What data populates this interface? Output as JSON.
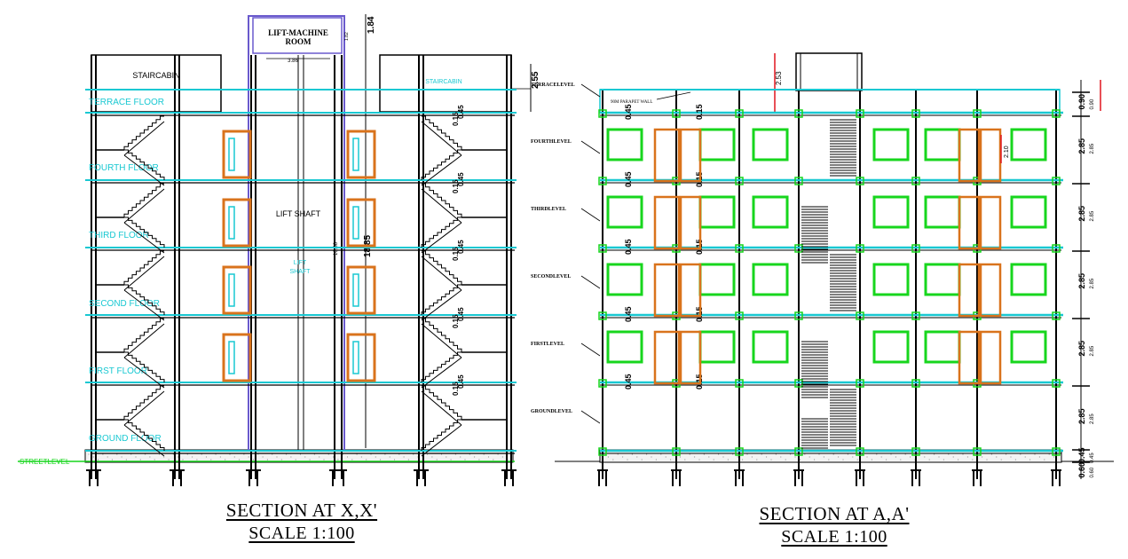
{
  "section_xx": {
    "title": "SECTION AT X,X'",
    "scale": "SCALE 1:100",
    "staircabin_left": "STAIRCABIN",
    "staircabin_right": "STAIRCABIN",
    "lift_machine_room": [
      "LIFT-MACHINE",
      "ROOM"
    ],
    "lift_shaft_label": "LIFT SHAFT",
    "lift_shaft_label_2": [
      "LIFT",
      "SHAFT"
    ],
    "street_level": "STREETLEVEL",
    "floors": [
      "TERRACE FLOOR",
      "FOURTH FLOOR",
      "THIRD FLOOR",
      "SECOND FLOOR",
      "FIRST FLOOR",
      "GROUND FLOOR"
    ],
    "dims": {
      "machine_room_height": "1.84",
      "machine_room_width": "3.86",
      "machine_room_small": "1.82",
      "cabin_height": "2.55",
      "shaft_height_a": "16.86",
      "shaft_height_b": "18.85",
      "slab_pair": [
        "0.15",
        "0.45"
      ]
    }
  },
  "section_aa": {
    "title": "SECTION AT A,A'",
    "scale": "SCALE 1:100",
    "parapet_label": "90M PARAPET WALL",
    "level_labels": [
      "TERRACELEVEL",
      "FOURTHLEVEL",
      "THIRDLEVEL",
      "SECONDLEVEL",
      "FIRSTLEVEL",
      "GROUNDLEVEL"
    ],
    "dims": {
      "cabin_height": "2.53",
      "window_height": "2.10",
      "slab_a": "0.45",
      "slab_b": "0.15",
      "parapet": "0.90",
      "floor_height": "2.85",
      "plinth": "0.45",
      "foundation": "0.60"
    }
  }
}
